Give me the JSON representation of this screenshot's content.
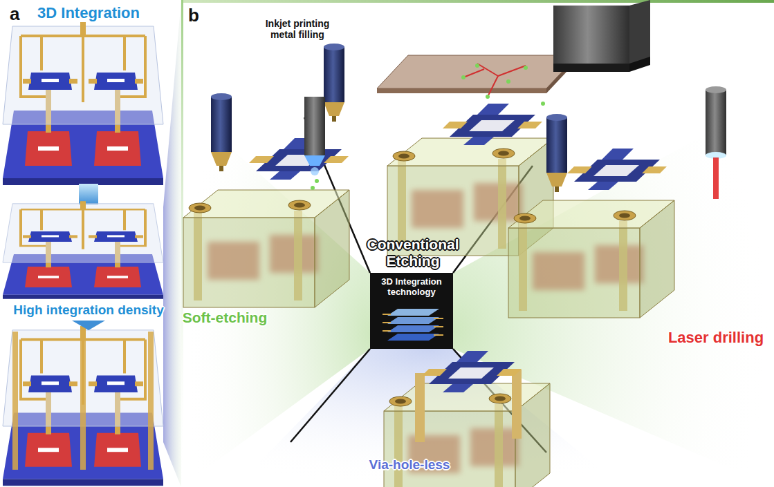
{
  "diagram": {
    "nodes": [
      {
        "text": [
          "3D Integration technology"
        ]
      }
    ],
    "labels": [
      "a",
      "3D Integration",
      "High integration density",
      "b",
      "Inkjet printing metal filling",
      "Conventional Etching",
      "Soft-etching",
      "Laser drilling",
      "Via-hole-less"
    ]
  }
}
